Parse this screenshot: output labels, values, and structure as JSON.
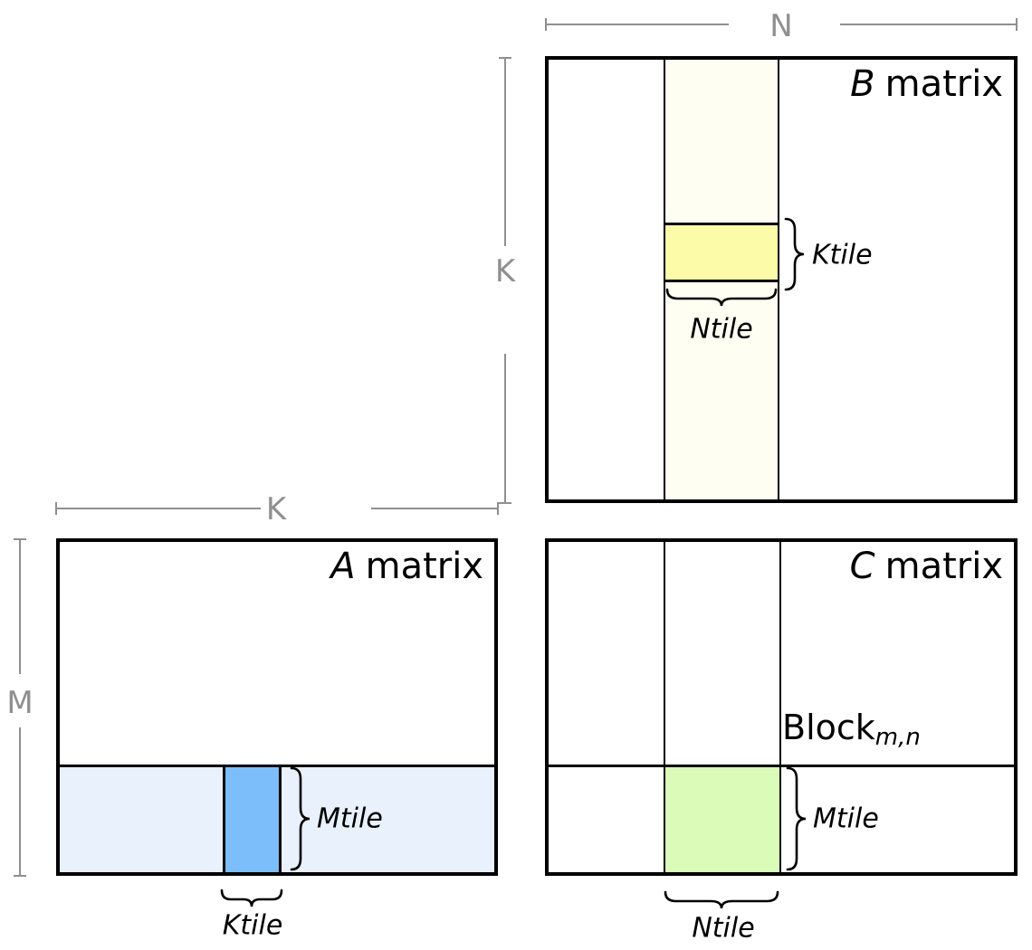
{
  "diagram": {
    "dims": {
      "n_label": "N",
      "k_right_label": "K",
      "k_left_label": "K",
      "m_label": "M"
    },
    "b_matrix": {
      "letter": "B",
      "word": "matrix",
      "ktile_label": "Ktile",
      "ntile_label": "Ntile"
    },
    "a_matrix": {
      "letter": "A",
      "word": "matrix",
      "mtile_label": "Mtile",
      "ktile_label": "Ktile"
    },
    "c_matrix": {
      "letter": "C",
      "word": "matrix",
      "block_text": "Block",
      "block_subscript": "m,n",
      "mtile_label": "Mtile",
      "ntile_label": "Ntile"
    },
    "colors": {
      "b_strip": "#FEFEF2",
      "b_tile": "#FCFCA8",
      "a_strip": "#E8F1FC",
      "a_tile": "#7CBEFA",
      "c_tile": "#DAFCB8",
      "dim_line": "#8F8F8F",
      "outline": "#000000"
    }
  }
}
